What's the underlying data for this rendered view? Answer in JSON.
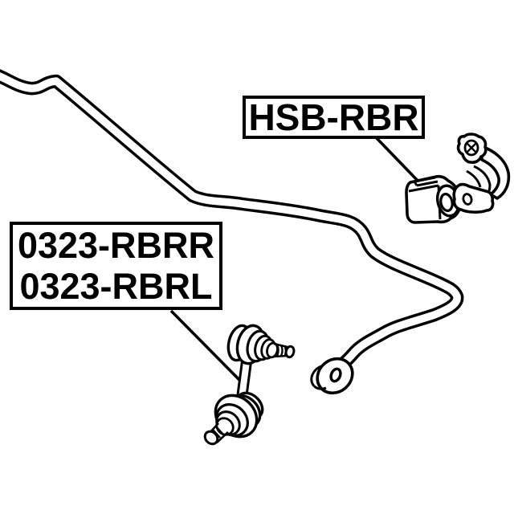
{
  "page": {
    "background_color": "#ffffff",
    "line_color": "#000000"
  },
  "labels": {
    "bushing_code": "HSB-RBR",
    "link_right_code": "0323-RBRR",
    "link_left_code": "0323-RBRL"
  },
  "parts": {
    "bar": "rear-stabilizer-bar",
    "bushing": "stabilizer-bushing",
    "bracket": "bushing-bracket",
    "link": "stabilizer-link",
    "eyelet": "bar-end-eyelet"
  }
}
